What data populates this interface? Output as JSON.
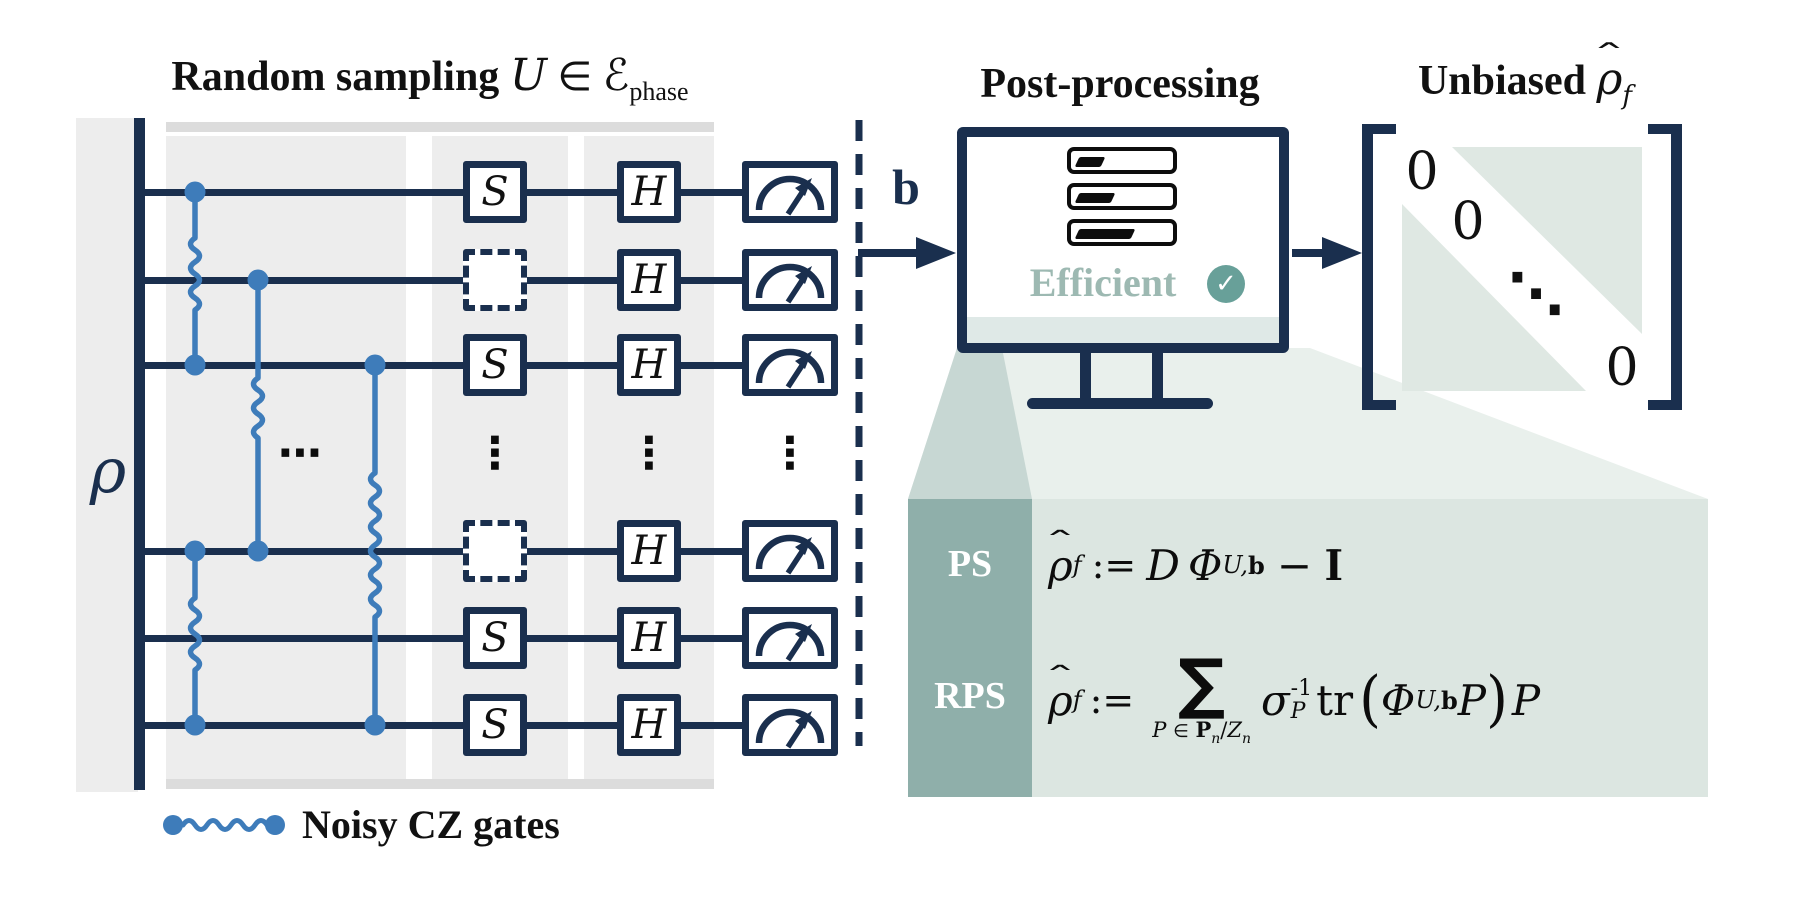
{
  "colors": {
    "navy": "#1a2f4e",
    "cz_blue": "#3e7cba",
    "column_band_gray": "#ededed",
    "thin_bar_gray": "#dcdcdc",
    "panel_light_sage": "#dce6e1",
    "panel_dark_sage": "#8fafaa",
    "wedge_light": "#e9f0ec",
    "wedge_mid": "#c7d7d3",
    "matrix_triangle": "#dfe8e3",
    "check_teal": "#68a099",
    "efficient_text_teal": "#9db9b2"
  },
  "titles": {
    "left": {
      "bold": "Random sampling",
      "U": "U",
      "in": "∈",
      "ensemble": "ℰ",
      "ensemble_sub": "phase"
    },
    "middle": "Post-processing",
    "right": {
      "bold": "Unbiased",
      "rho": "ρ",
      "hat": "ˆ",
      "sub_f": "f"
    }
  },
  "circuit": {
    "state_label": "ρ",
    "rows": [
      {
        "gate1": "S",
        "gate2": "H"
      },
      {
        "gate1": null,
        "gate2": "H"
      },
      {
        "gate1": "S",
        "gate2": "H"
      },
      {
        "gate1": null,
        "gate2": "H"
      },
      {
        "gate1": "S",
        "gate2": "H"
      },
      {
        "gate1": "S",
        "gate2": "H"
      }
    ],
    "vdots": "⋮",
    "hdots": "⋯"
  },
  "flow": {
    "bit_label": "b"
  },
  "monitor": {
    "status_text": "Efficient",
    "check_icon": "✓"
  },
  "matrix": {
    "zero_top": "0",
    "zero_mid": "0",
    "zero_bottom": "0",
    "ddots": "⋱"
  },
  "panel": {
    "ps": {
      "label": "PS",
      "rho": "ρ",
      "hat": "ˆ",
      "f": "f",
      "assign": ":=",
      "D": "D",
      "Phi": "Φ",
      "phi_sub_u": "U,",
      "phi_sub_b": "b",
      "minus": "−",
      "identity": "I"
    },
    "rps": {
      "label": "RPS",
      "rho": "ρ",
      "hat": "ˆ",
      "f": "f",
      "assign": ":=",
      "sum": "∑",
      "lim_P": "P",
      "lim_in": "∈",
      "lim_bP": "P",
      "lim_n1": "n",
      "lim_slash": "/",
      "lim_Z": "Z",
      "lim_n2": "n",
      "sigma": "σ",
      "sigma_sup": "-1",
      "sigma_sub": "P",
      "tr": "tr",
      "lparen": "(",
      "Phi": "Φ",
      "phi_sub_u": "U,",
      "phi_sub_b": "b",
      "P_inner": "P",
      "rparen": ")",
      "P_outer": "P"
    }
  },
  "legend": {
    "label": "Noisy CZ gates"
  }
}
